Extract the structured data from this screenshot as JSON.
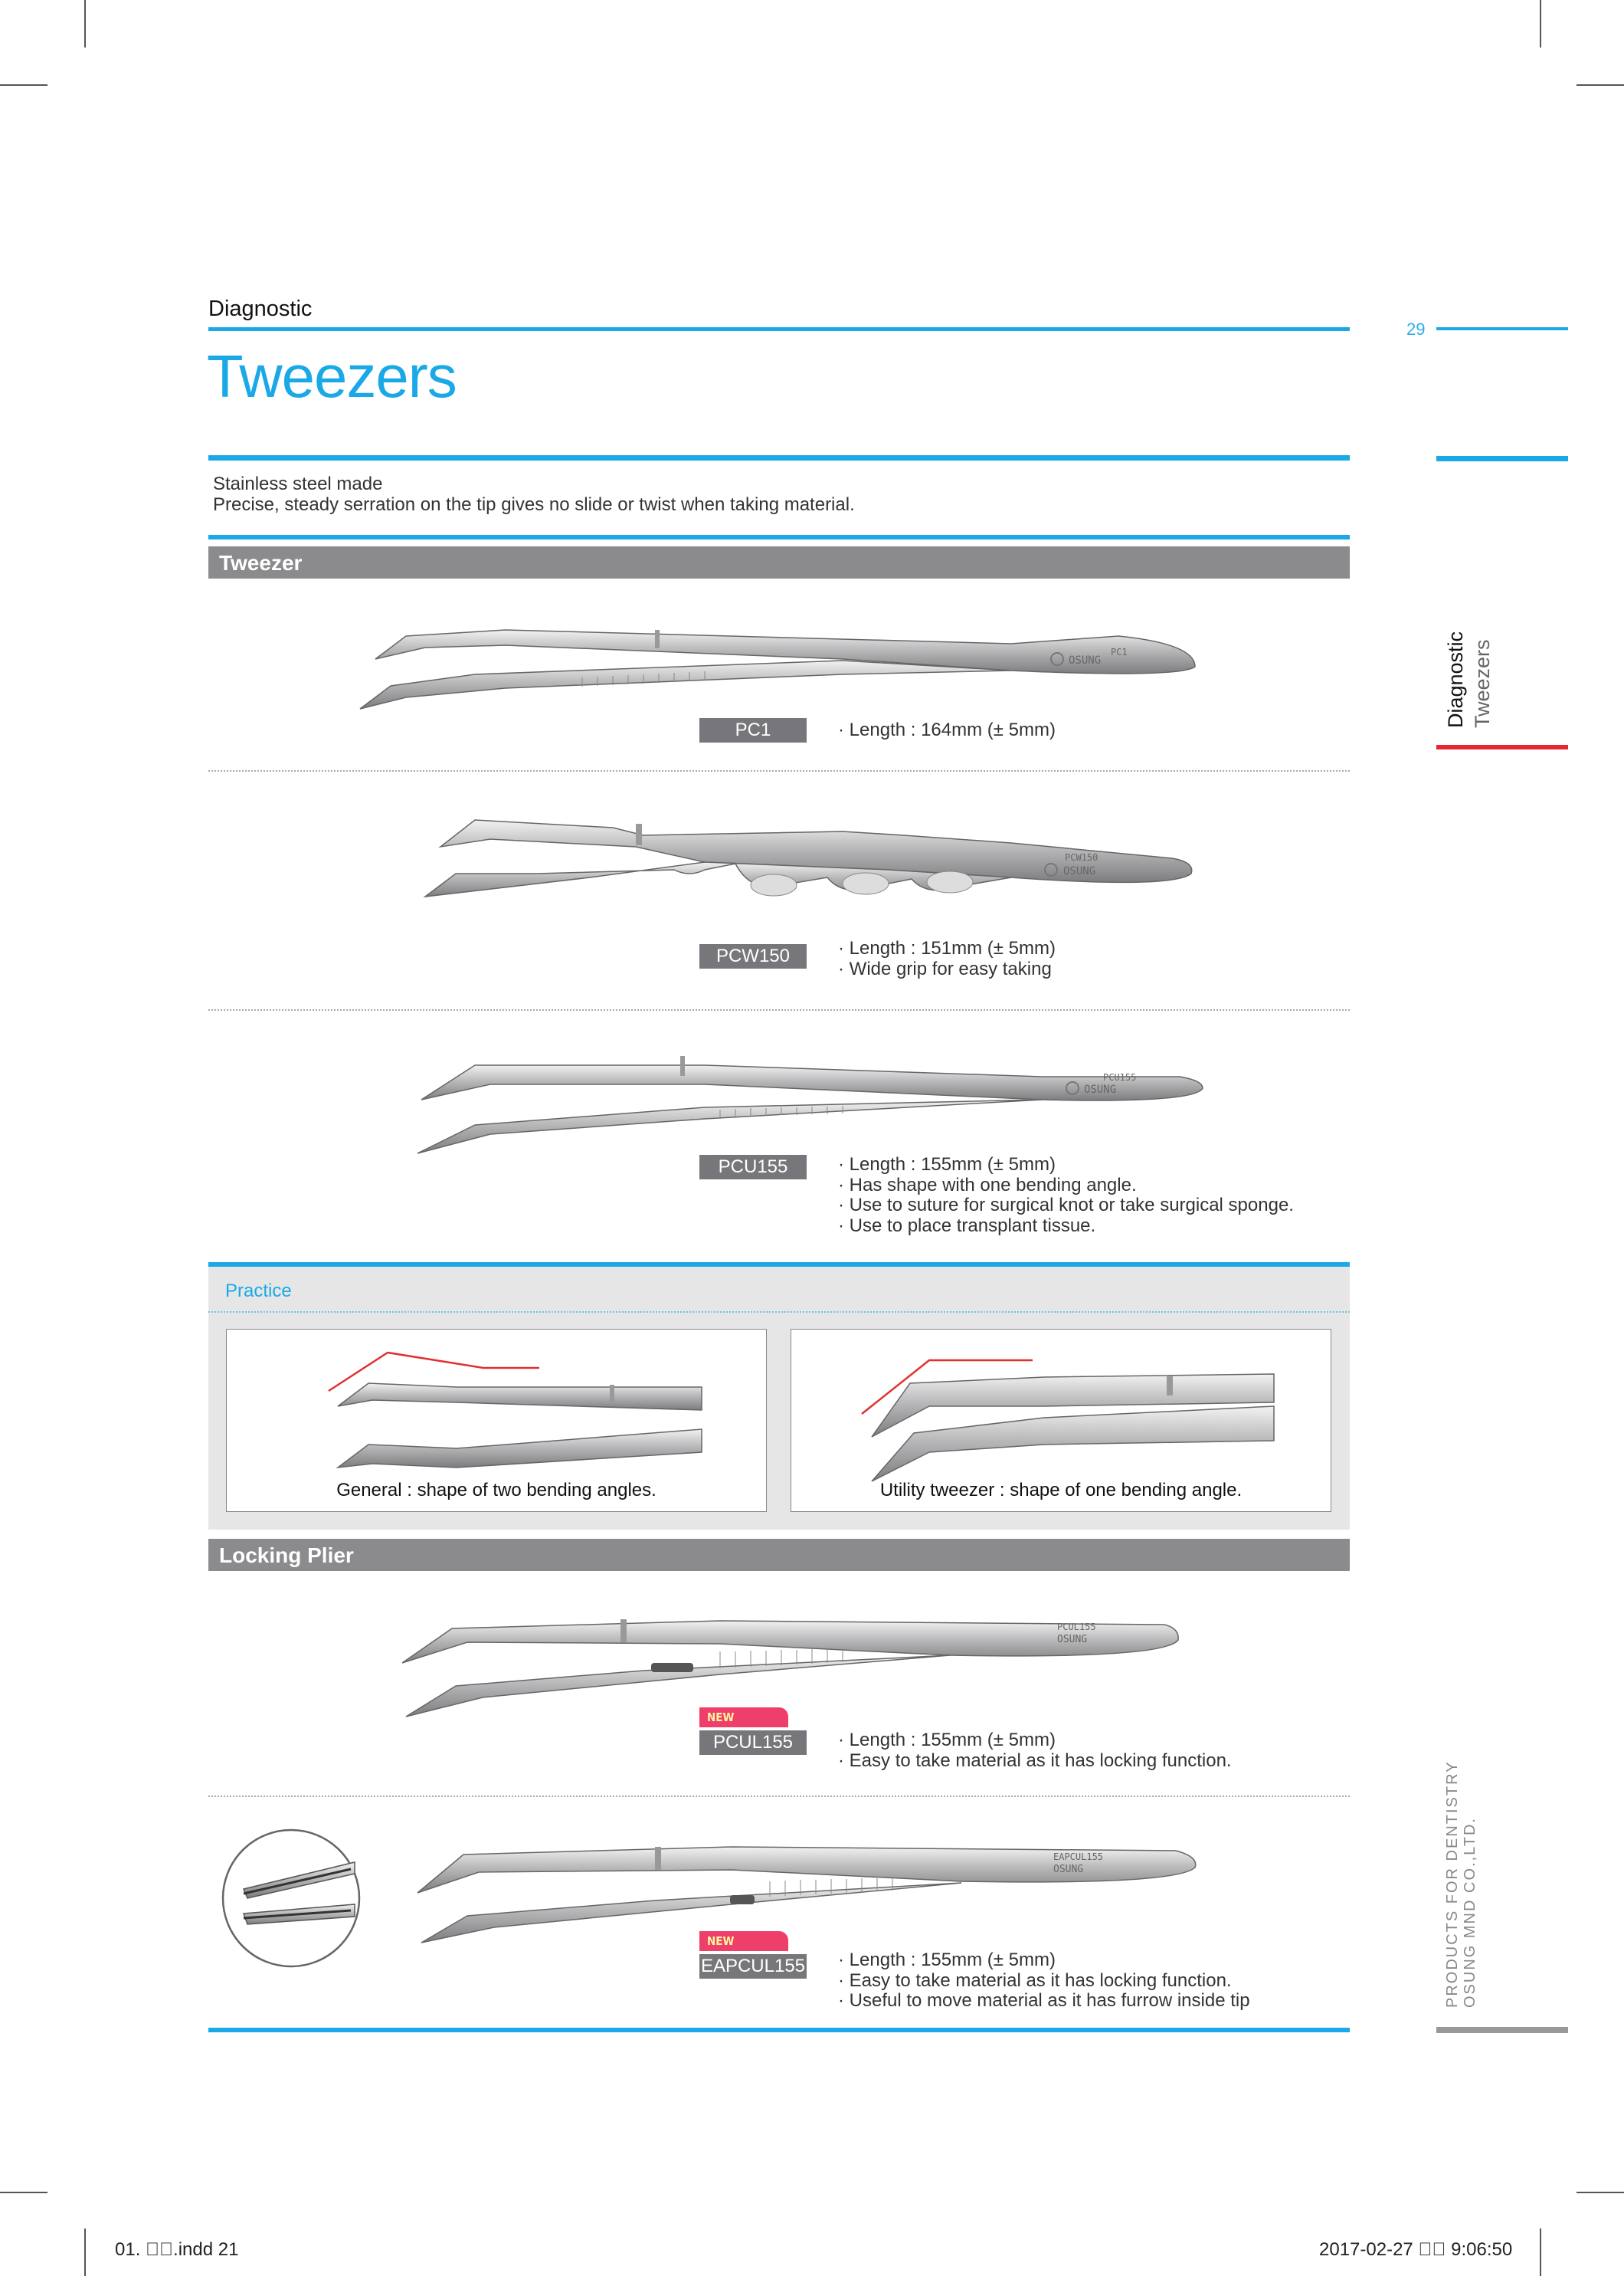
{
  "header": {
    "section": "Diagnostic",
    "title": "Tweezers",
    "page_number": "29"
  },
  "intro": {
    "line1": "Stainless steel made",
    "line2": "Precise, steady serration on the tip gives no slide or twist when taking material."
  },
  "sections": {
    "tweezer": "Tweezer",
    "locking": "Locking Plier"
  },
  "products": [
    {
      "code": "PC1",
      "specs": [
        "Length : 164mm (± 5mm)"
      ],
      "engraving": "PC1"
    },
    {
      "code": "PCW150",
      "specs": [
        "Length : 151mm (± 5mm)",
        "Wide grip for easy taking"
      ],
      "engraving": "PCW150"
    },
    {
      "code": "PCU155",
      "specs": [
        "Length : 155mm (± 5mm)",
        "Has shape with one bending angle.",
        "Use to suture for surgical knot or take surgical sponge.",
        "Use to place transplant tissue."
      ],
      "engraving": "PCU155"
    },
    {
      "code": "PCUL155",
      "badge": "NEW PRODUCT",
      "specs": [
        "Length : 155mm (± 5mm)",
        "Easy to take material as it has locking function."
      ],
      "engraving": "PCUL155"
    },
    {
      "code": "EAPCUL155",
      "badge": "NEW PRODUCT",
      "specs": [
        "Length : 155mm (± 5mm)",
        "Easy to take material as it has locking function.",
        "Useful to move material as it has furrow inside tip"
      ],
      "engraving": "EAPCUL155"
    }
  ],
  "practice": {
    "title": "Practice",
    "general_caption": "General : shape of two bending angles.",
    "utility_caption": "Utility tweezer : shape of one bending angle."
  },
  "side_tab": {
    "category": "Diagnostic",
    "item": "Tweezers",
    "company_line1": "PRODUCTS FOR DENTISTRY",
    "company_line2": "OSUNG MND CO.,LTD."
  },
  "brand": "OSUNG",
  "footer": {
    "file": "01. \u0000\u0000.indd   21",
    "datetime": "2017-02-27   \u0000\u0000 9:06:50"
  },
  "colors": {
    "accent_blue": "#1aa9e6",
    "bar_gray": "#8b8b8e",
    "code_gray": "#77777b",
    "badge_pink": "#ee3f6a",
    "side_red": "#e8262f",
    "practice_bg": "#e6e6e7"
  }
}
